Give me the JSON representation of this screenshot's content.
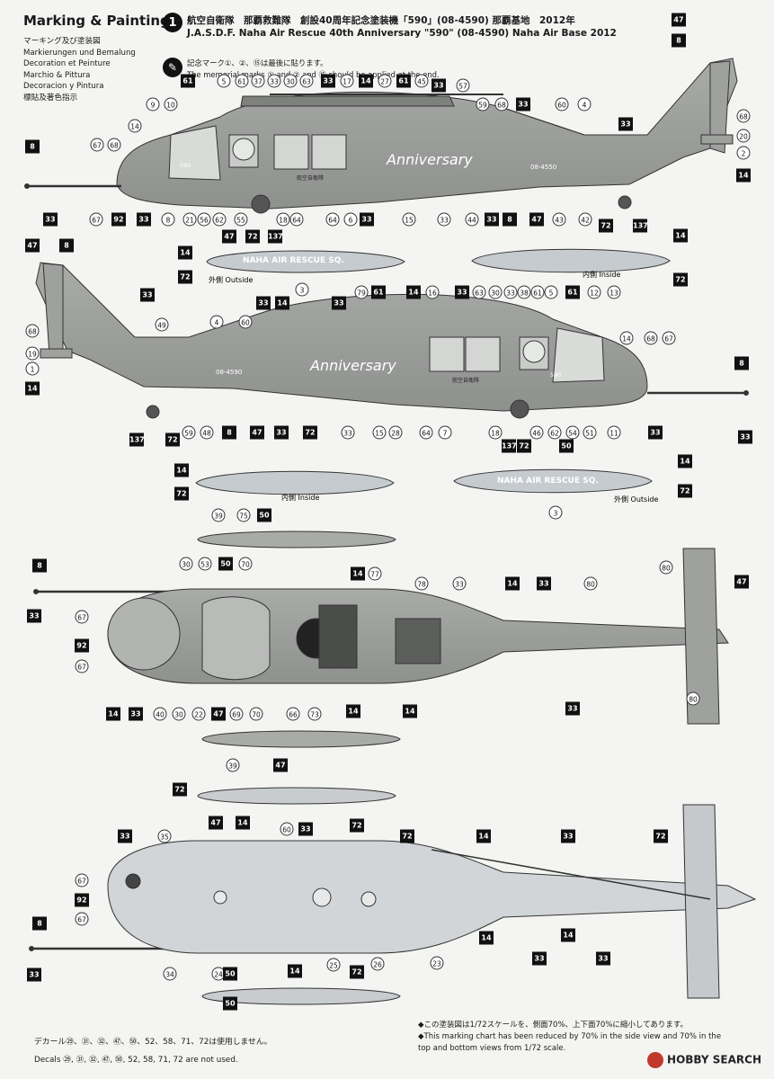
{
  "header": {
    "heading": "Marking & Painting",
    "subtitles": [
      "マーキング及び塗装図",
      "Markierungen und Bemalung",
      "Decoration et Peinture",
      "Marchio & Pittura",
      "Decoracion y Pintura",
      "標貼及著色指示"
    ],
    "badge": "1",
    "title_jp": "航空自衛隊　那覇救難隊　創設40周年記念塗装機「590」(08-4590) 那覇基地　2012年",
    "title_en": "J.A.S.D.F. Naha Air Rescue 40th Anniversary \"590\" (08-4590) Naha Air Base 2012",
    "note_jp": "記念マーク①、②、⑮は最後に貼ります。",
    "note_en": "The memorial marks ① and ② and ⑮ should be applied at the end.",
    "brush_icon": "brush-icon"
  },
  "aircraft_text": {
    "fuselage_number": "08-4590",
    "fuselage_number_alt": "08-4550",
    "nose_number": "590",
    "anniversary": "Anniversary",
    "tank_text": "NAHA AIR RESCUE SQ.",
    "jasdf_jp": "航空自衛隊"
  },
  "tanks": {
    "outside_label": "外側 Outside",
    "inside_label": "内側 Inside"
  },
  "callouts": {
    "side1": [
      "61",
      "5",
      "61",
      "37",
      "33",
      "30",
      "63",
      "33",
      "17",
      "14",
      "27",
      "61",
      "45",
      "33",
      "57",
      "59",
      "68",
      "33",
      "60",
      "4",
      "33",
      "47",
      "8",
      "68",
      "20",
      "2",
      "14",
      "9",
      "10",
      "14",
      "67",
      "68",
      "8",
      "33",
      "67",
      "92",
      "33",
      "8",
      "21",
      "56",
      "62",
      "55",
      "64",
      "18",
      "64",
      "6",
      "33",
      "15",
      "33",
      "44",
      "33",
      "8",
      "47",
      "43",
      "42",
      "72",
      "137",
      "47",
      "72",
      "137"
    ],
    "side2": [
      "47",
      "8",
      "33",
      "49",
      "4",
      "60",
      "33",
      "14",
      "33",
      "79",
      "61",
      "14",
      "16",
      "33",
      "63",
      "30",
      "33",
      "38",
      "61",
      "5",
      "61",
      "12",
      "13",
      "14",
      "68",
      "67",
      "8",
      "68",
      "19",
      "1",
      "14",
      "137",
      "72",
      "59",
      "48",
      "8",
      "47",
      "33",
      "72",
      "33",
      "15",
      "28",
      "64",
      "7",
      "18",
      "137",
      "72",
      "46",
      "62",
      "54",
      "51",
      "11",
      "50",
      "33",
      "33"
    ],
    "top": [
      "39",
      "75",
      "50",
      "30",
      "53",
      "50",
      "70",
      "14",
      "77",
      "78",
      "33",
      "14",
      "33",
      "80",
      "47",
      "8",
      "33",
      "67",
      "92",
      "67",
      "14",
      "33",
      "40",
      "30",
      "22",
      "47",
      "69",
      "70",
      "66",
      "73",
      "14",
      "39",
      "47",
      "14",
      "33",
      "80",
      "33"
    ],
    "bottom": [
      "72",
      "47",
      "14",
      "60",
      "33",
      "72",
      "72",
      "14",
      "33",
      "72",
      "33",
      "35",
      "67",
      "92",
      "67",
      "8",
      "33",
      "34",
      "24",
      "50",
      "14",
      "25",
      "72",
      "26",
      "23",
      "14",
      "33",
      "14",
      "33"
    ]
  },
  "footer": {
    "decals_jp": "デカール㉙、㉛、㉜、㊼、㊿、52、58、71、72は使用しません。",
    "decals_en": "Decals ㉙, ㉛, ㉜, ㊼, ㊿, 52, 58, 71, 72 are not used.",
    "scale_jp": "◆この塗装図は1/72スケールを、側面70%、上下面70%に縮小してあります。",
    "scale_en1": "◆This marking chart has been reduced by 70% in the side view and 70% in the",
    "scale_en2": "top and bottom views from 1/72 scale.",
    "watermark": "HOBBY SEARCH"
  }
}
